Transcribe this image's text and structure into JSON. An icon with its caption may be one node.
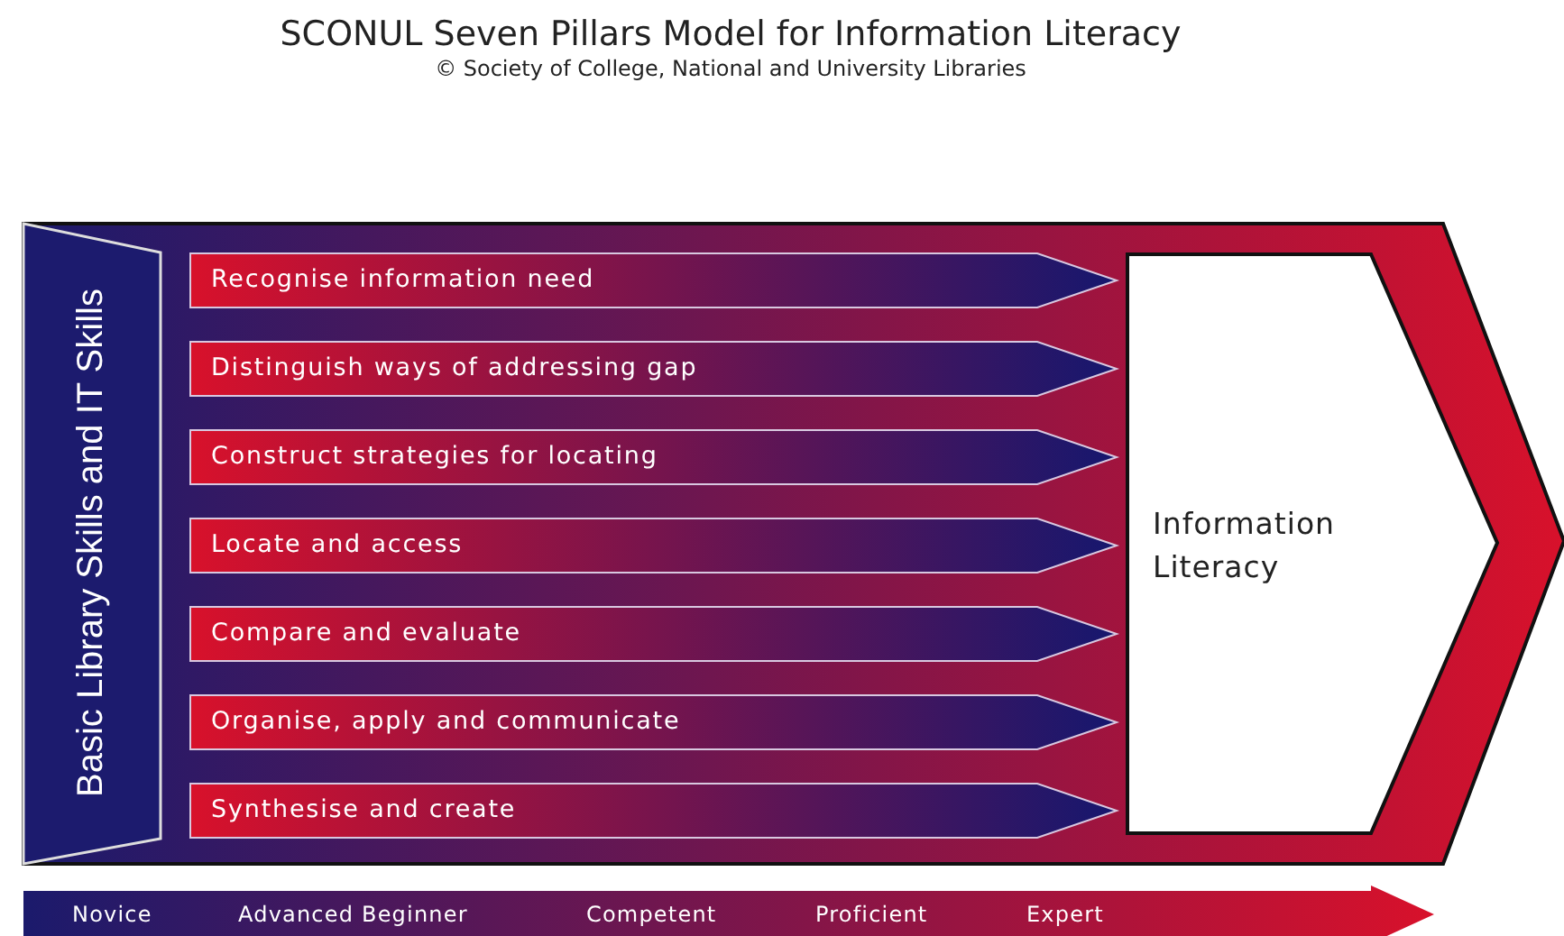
{
  "diagram": {
    "title": "SCONUL Seven Pillars Model for Information Literacy",
    "caption": "© Society of College, National and University Libraries",
    "nodes": [
      {
        "text": [
          "Basic Library Skills and IT Skills"
        ]
      },
      {
        "text": [
          "Recognise information need"
        ]
      },
      {
        "text": [
          "Distinguish ways of addressing gap"
        ]
      },
      {
        "text": [
          "Construct strategies for locating"
        ]
      },
      {
        "text": [
          "Locate and access"
        ]
      },
      {
        "text": [
          "Compare and evaluate"
        ]
      },
      {
        "text": [
          "Organise, apply and communicate"
        ]
      },
      {
        "text": [
          "Synthesise and create"
        ]
      },
      {
        "text": [
          "Information Literacy"
        ]
      },
      {
        "text": [
          "Novice",
          "Advanced Beginner",
          "Competent",
          "Proficient",
          "Expert"
        ]
      }
    ],
    "edges": []
  }
}
